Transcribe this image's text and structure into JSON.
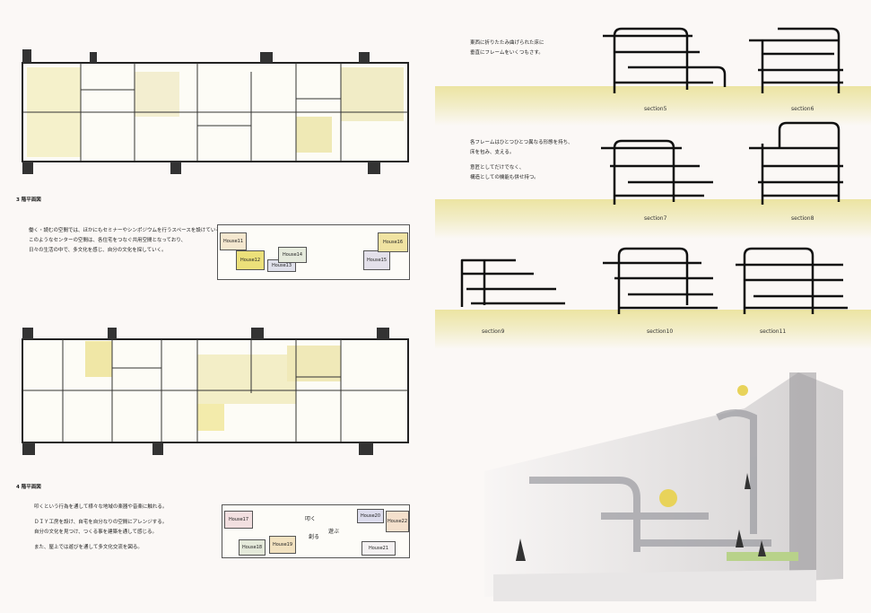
{
  "floor3": {
    "title": "3 階平面図",
    "text": [
      "働く・読むの空間では、ほかにもセミナーやシンポジウムを行うスペースを設けている。",
      "このようなセンターの空間は、各住宅をつなぐ共用空間となっており、",
      "日々の生活の中で、多文化を感じ、自分の文化を探していく。"
    ],
    "houses": [
      "House11",
      "House12",
      "House13",
      "House14",
      "House15",
      "House16"
    ]
  },
  "floor4": {
    "title": "4 階平面図",
    "text": [
      "叩くという行為を通して様々な地域の楽器や音楽に触れる。",
      "ＤＩＹ工房を設け、自宅を自分なりの空間にアレンジする。",
      "自分の文化を見つけ、つくる事を建築を通して感じる。",
      "また、屋上では遊びを通して多文化交流を図る。"
    ],
    "houses": [
      "House17",
      "House18",
      "House19",
      "House20",
      "House21",
      "House22"
    ],
    "activities": [
      "叩く",
      "創る",
      "遊ぶ"
    ]
  },
  "concept": {
    "text1": [
      "東西に折りたたみ曲げられた床に",
      "垂直にフレームをいくつもさす。"
    ],
    "text2": [
      "各フレームはひとつひとつ異なる形態を持ち、",
      "床を包み、支える。"
    ],
    "text3": [
      "意匠としてだけでなく、",
      "構造としての機能も併せ持つ。"
    ]
  },
  "sections": [
    "section5",
    "section6",
    "section7",
    "section8",
    "section9",
    "section10",
    "section11"
  ],
  "colors": {
    "yellow": "#ece4a2",
    "accent_yellow": "#e8d35a"
  }
}
